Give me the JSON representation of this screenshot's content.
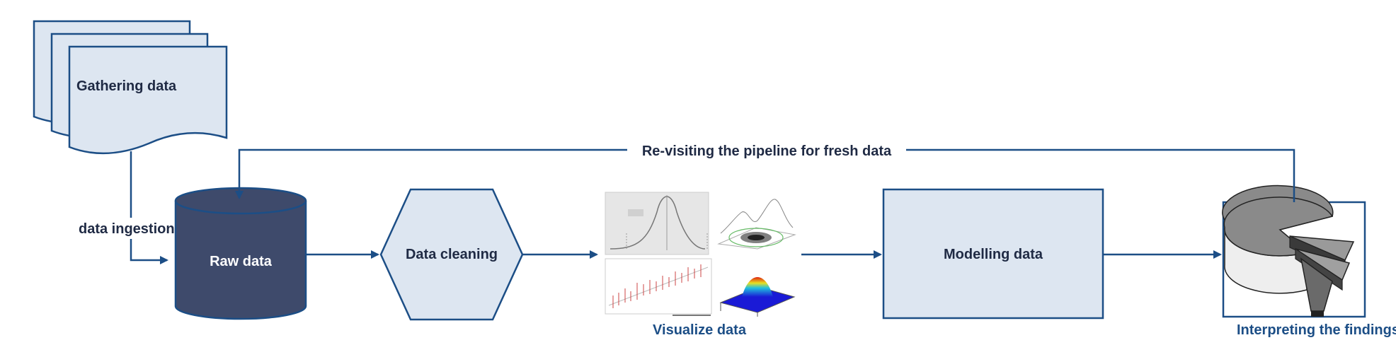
{
  "diagram": {
    "gathering_label": "Gathering data",
    "ingestion_label": "data ingestion",
    "raw_label": "Raw data",
    "cleaning_label": "Data cleaning",
    "visualize_label": "Visualize data",
    "modelling_label": "Modelling data",
    "interpreting_label": "Interpreting the findings",
    "feedback_label": "Re-visiting the pipeline for fresh data"
  },
  "colors": {
    "stroke": "#1c4e86",
    "fill_light": "#dde6f1",
    "db_fill": "#3e4a6b",
    "text_dark": "#1f2a44"
  }
}
